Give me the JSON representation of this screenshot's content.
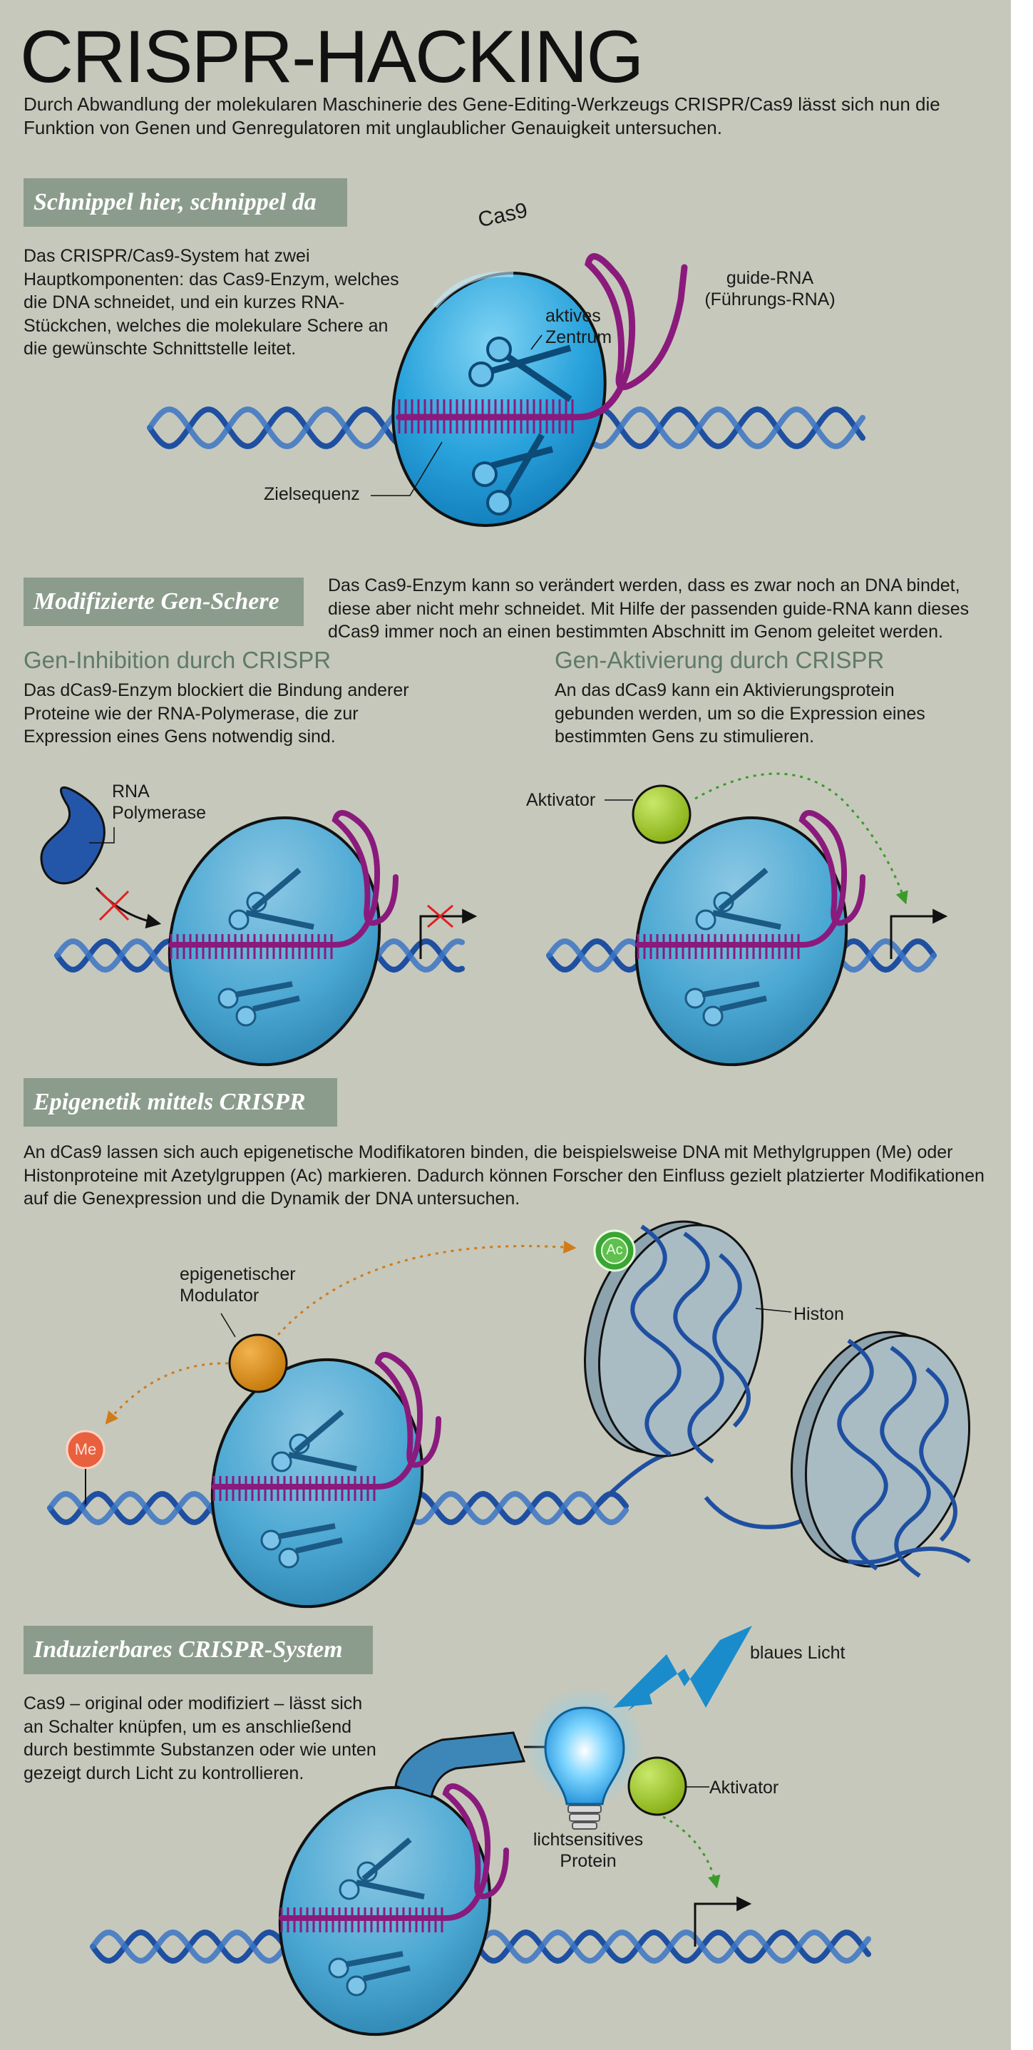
{
  "title": "CRISPR-HACKING",
  "intro": "Durch Abwandlung der molekularen Maschinerie des Gene-Editing-Werkzeugs CRISPR/Cas9 lässt sich nun die Funktion von Genen und Genregulatoren mit unglaublicher Genauigkeit untersuchen.",
  "colors": {
    "background": "#c6c8bc",
    "band": "#8b9b8c",
    "cas9": "#2aa3dc",
    "guide_rna": "#8a1b7d",
    "dna": "#1f4fa0",
    "activator": "#9ac21c",
    "modulator": "#d88a12",
    "methyl": "#e8603e",
    "acetyl": "#3aa535",
    "histone": "#8da3ad"
  },
  "section1": {
    "heading": "Schnippel hier, schnippel da",
    "body": "Das CRISPR/Cas9-System hat zwei Hauptkomponenten: das Cas9-Enzym, welches die DNA schneidet, und ein kurzes RNA-Stückchen, welches die molekulare Schere an die gewünschte Schnittstelle leitet.",
    "labels": {
      "cas9": "Cas9",
      "guide_rna": "guide-RNA\n(Führungs-RNA)",
      "active_center": "aktives\nZentrum",
      "target_sequence": "Zielsequenz"
    }
  },
  "section2": {
    "heading": "Modifizierte Gen-Schere",
    "intro": "Das Cas9-Enzym kann so verändert werden, dass es zwar noch an DNA bindet, diese aber nicht mehr schneidet. Mit Hilfe der passenden guide-RNA kann dieses dCas9 immer noch an einen bestimmten Abschnitt im Genom geleitet werden.",
    "inhibition": {
      "title": "Gen-Inhibition durch CRISPR",
      "body": "Das dCas9-Enzym blockiert die Bindung anderer Proteine wie der RNA-Polymerase, die zur Expression eines Gens notwendig sind.",
      "polymerase_label": "RNA\nPolymerase"
    },
    "activation": {
      "title": "Gen-Aktivierung durch CRISPR",
      "body": "An das dCas9 kann ein Aktivierungsprotein gebunden werden, um so die Expression eines bestimmten Gens zu stimulieren.",
      "activator_label": "Aktivator"
    }
  },
  "section3": {
    "heading": "Epigenetik mittels CRISPR",
    "body": "An dCas9 lassen sich auch epigenetische Modifikatoren binden, die beispielsweise DNA mit Methylgruppen (Me) oder Histonproteine mit Azetylgruppen (Ac) markieren. Dadurch können Forscher den Einfluss gezielt platzierter Modifikationen auf die Genexpression und die Dynamik der DNA untersuchen.",
    "labels": {
      "modulator": "epigenetischer\nModulator",
      "histone": "Histon",
      "me": "Me",
      "ac": "Ac"
    }
  },
  "section4": {
    "heading": "Induzierbares CRISPR-System",
    "body": "Cas9 – original oder modifiziert – lässt sich an Schalter knüpfen, um es anschließend durch bestimmte Substanzen oder wie unten gezeigt durch Licht zu kontrollieren.",
    "labels": {
      "blue_light": "blaues Licht",
      "activator": "Aktivator",
      "light_protein": "lichtsensitives\nProtein"
    }
  }
}
